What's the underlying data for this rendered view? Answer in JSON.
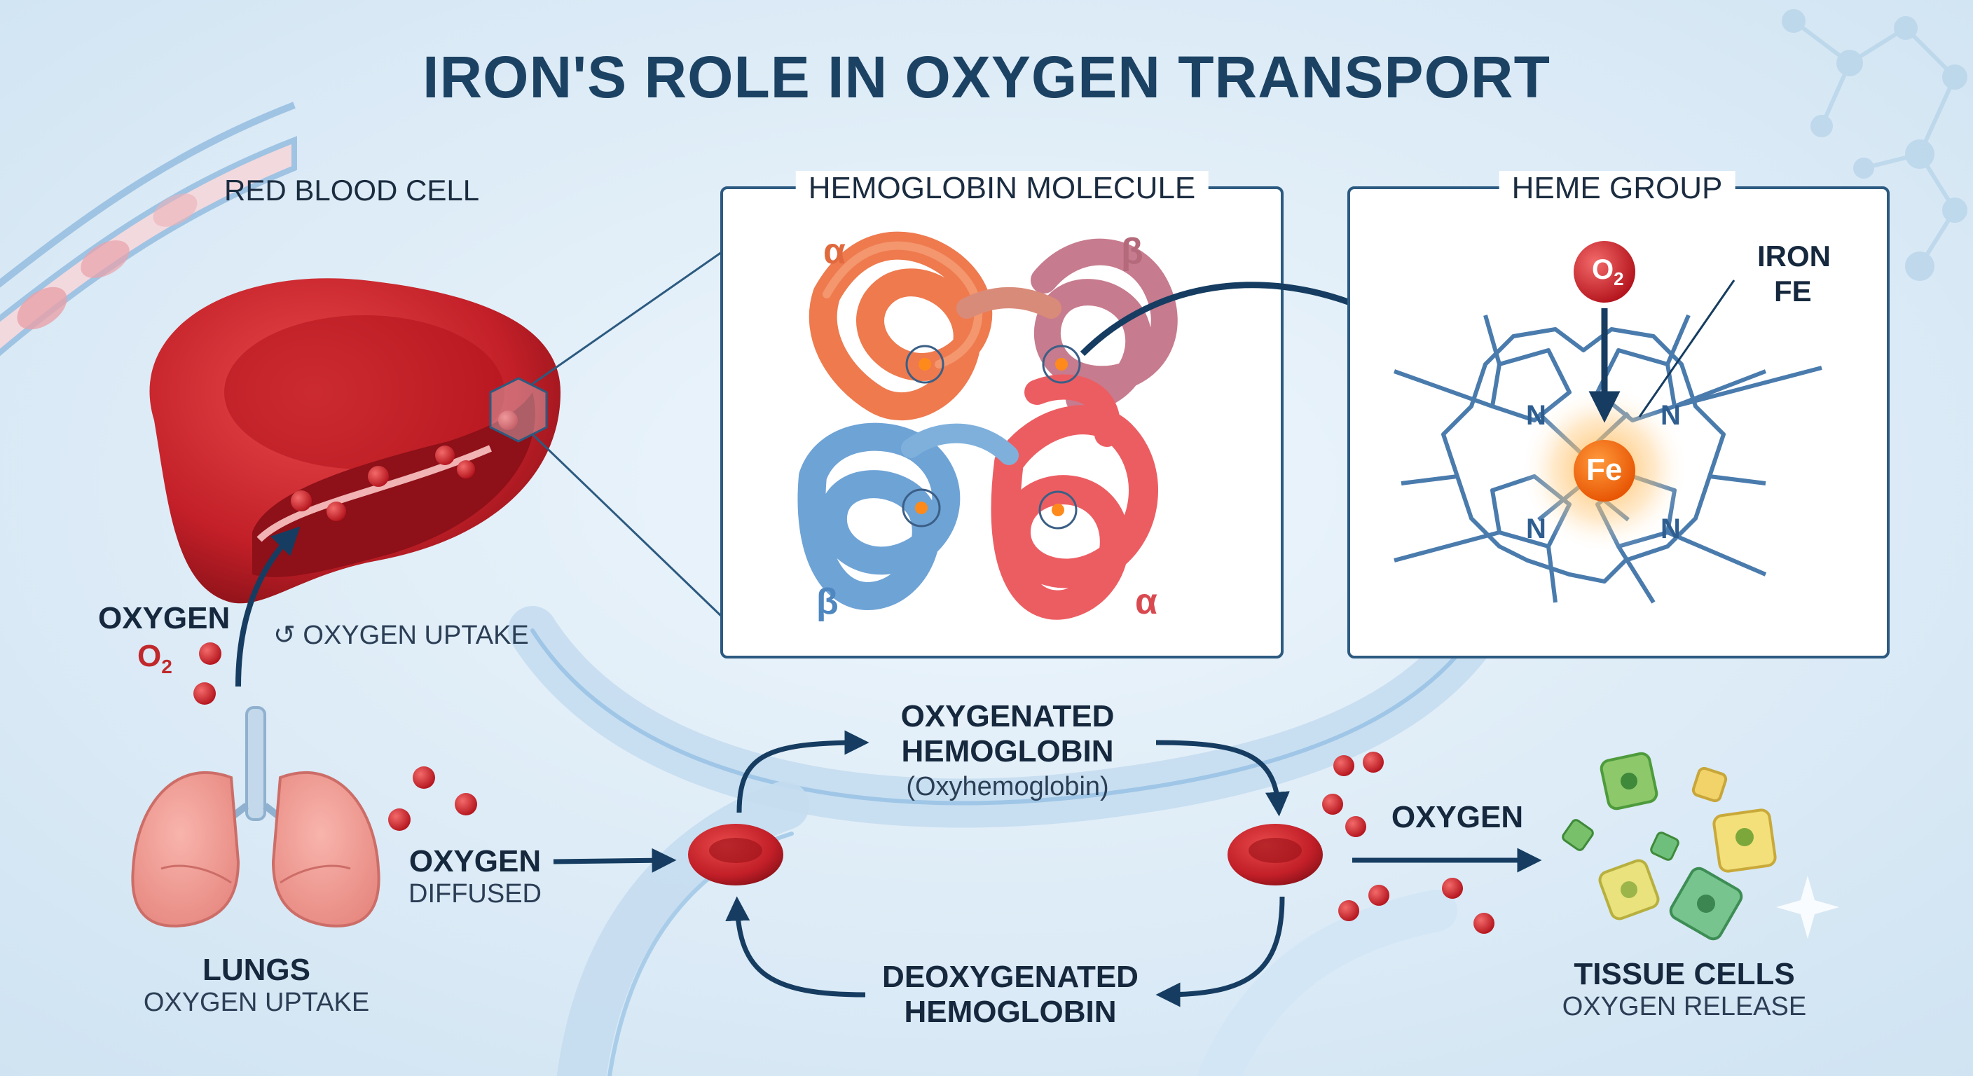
{
  "title": "IRON'S ROLE IN OXYGEN TRANSPORT",
  "labels": {
    "red_blood_cell": "RED BLOOD CELL",
    "hemoglobin_molecule": "HEMOGLOBIN MOLECULE",
    "heme_group": "HEME GROUP",
    "iron_line1": "IRON",
    "iron_line2": "FE",
    "o2_badge": "O",
    "o2_badge_sub": "2",
    "fe_badge": "Fe",
    "nitrogen": "N",
    "alpha": "α",
    "beta": "β",
    "oxygen_left": "OXYGEN",
    "o2_left": "O",
    "o2_left_sub": "2",
    "oxygen_uptake_arrow": "↺ OXYGEN UPTAKE",
    "lungs": "LUNGS",
    "lungs_sub": "OXYGEN UPTAKE",
    "oxygen_diffused_1": "OXYGEN",
    "oxygen_diffused_2": "DIFFUSED",
    "oxygenated_1": "OXYGENATED",
    "oxygenated_2": "HEMOGLOBIN",
    "oxygenated_3": "(Oxyhemoglobin)",
    "deoxygenated_1": "DEOXYGENATED",
    "deoxygenated_2": "HEMOGLOBIN",
    "oxygen_right": "OXYGEN",
    "tissue_cells": "TISSUE CELLS",
    "tissue_cells_sub": "OXYGEN RELEASE"
  },
  "colors": {
    "title": "#1c4263",
    "arrow": "#163d61",
    "blood_red": "#c7222a",
    "alpha_chain": "#ee7a4e",
    "beta_chain": "#6ea3d6",
    "iron": "#f26a1b"
  }
}
